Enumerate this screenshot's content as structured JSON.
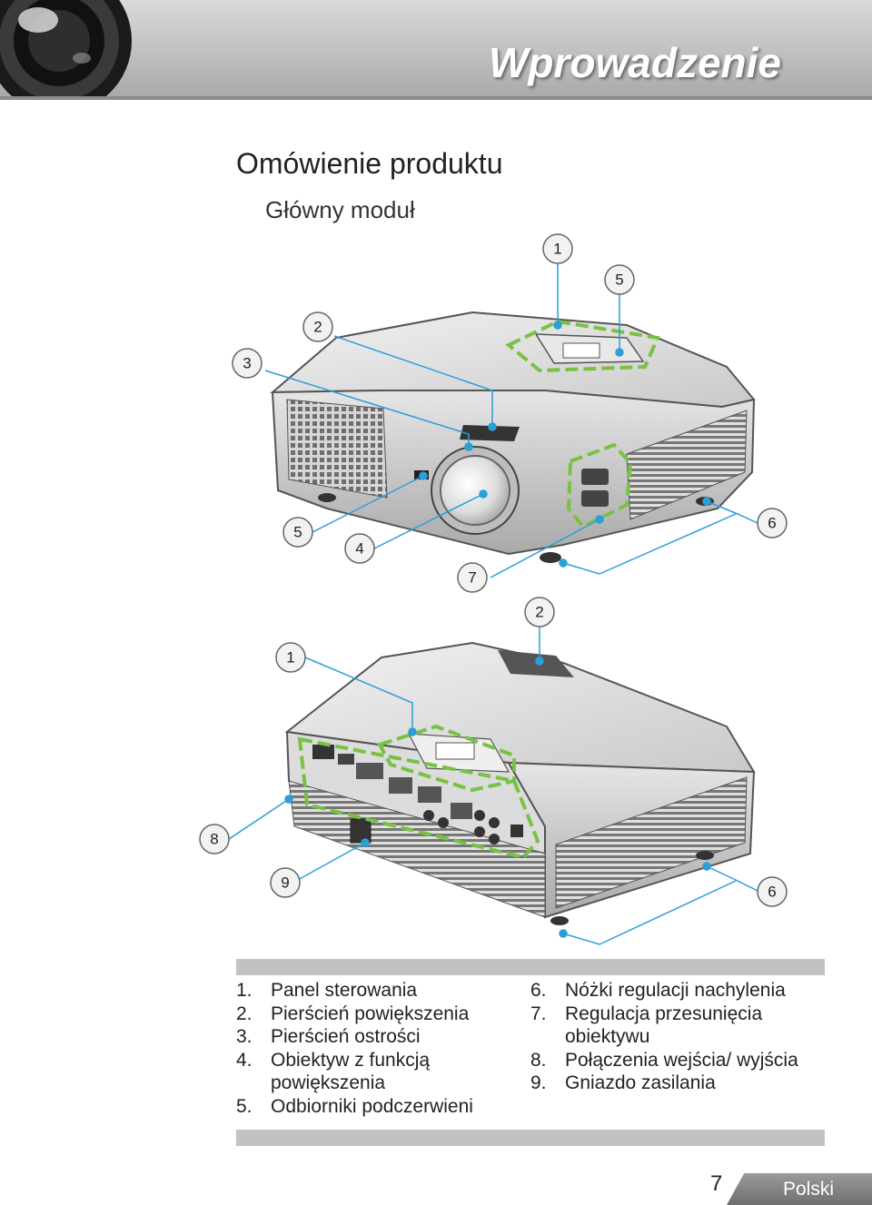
{
  "header": {
    "title": "Wprowadzenie"
  },
  "page": {
    "section_title": "Omówienie produktu",
    "subsection_title": "Główny moduł"
  },
  "callouts": {
    "top": [
      "1",
      "5",
      "2",
      "3",
      "5",
      "4",
      "7",
      "6"
    ],
    "bottom": [
      "2",
      "1",
      "8",
      "9",
      "6"
    ]
  },
  "legend": {
    "left": [
      {
        "num": "1.",
        "text": "Panel sterowania"
      },
      {
        "num": "2.",
        "text": "Pierścień powiększenia"
      },
      {
        "num": "3.",
        "text": "Pierścień ostrości"
      },
      {
        "num": "4.",
        "text": "Obiektyw z funkcją powiększenia"
      },
      {
        "num": "5.",
        "text": "Odbiorniki podczerwieni"
      }
    ],
    "right": [
      {
        "num": "6.",
        "text": "Nóżki regulacji nachylenia"
      },
      {
        "num": "7.",
        "text": "Regulacja przesunięcia obiektywu"
      },
      {
        "num": "8.",
        "text": "Połączenia wejścia/ wyjścia"
      },
      {
        "num": "9.",
        "text": "Gniazdo zasilania"
      }
    ]
  },
  "footer": {
    "page_number": "7",
    "language": "Polski"
  },
  "colors": {
    "callout_line": "#2a9fd8",
    "highlight": "#7ac143",
    "header_bg": "#c4c4c4"
  }
}
